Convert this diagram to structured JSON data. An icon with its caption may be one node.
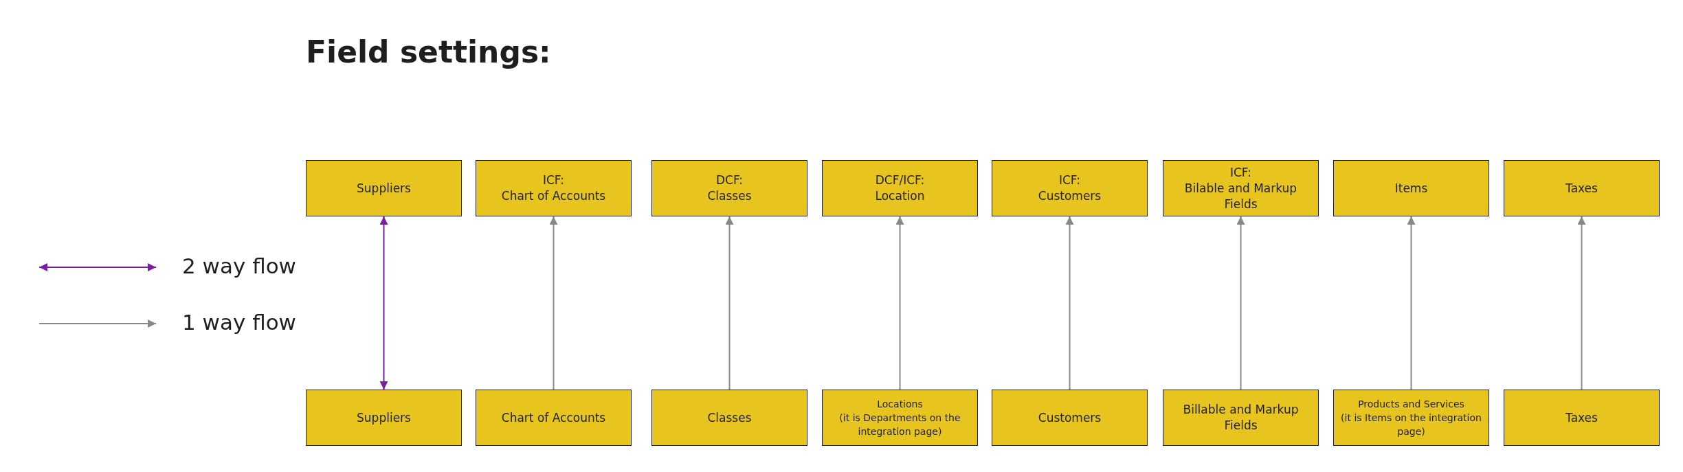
{
  "diagram": {
    "title": "Field settings:",
    "nodes": [
      {
        "text": [
          "Suppliers"
        ]
      },
      {
        "text": [
          "ICF:",
          "Chart of Accounts"
        ]
      },
      {
        "text": [
          "DCF:",
          "Classes"
        ]
      },
      {
        "text": [
          "DCF/ICF:",
          "Location"
        ]
      },
      {
        "text": [
          "ICF:",
          "Customers"
        ]
      },
      {
        "text": [
          "ICF:",
          "Bilable and Markup Fields"
        ]
      },
      {
        "text": [
          "Items"
        ]
      },
      {
        "text": [
          "Taxes"
        ]
      },
      {
        "text": [
          "Suppliers"
        ]
      },
      {
        "text": [
          "Chart of Accounts"
        ]
      },
      {
        "text": [
          "Classes"
        ]
      },
      {
        "text": [
          "Locations",
          "(it is Departments on the integration page)"
        ]
      },
      {
        "text": [
          "Customers"
        ]
      },
      {
        "text": [
          "Billable and Markup Fields"
        ]
      },
      {
        "text": [
          "Products and Services",
          "(it is Items on the integration page)"
        ]
      },
      {
        "text": [
          "Taxes"
        ]
      }
    ],
    "edges": [
      {
        "from": 8,
        "to": 0,
        "arrow": "both",
        "color": "#7a1fa2"
      },
      {
        "from": 9,
        "to": 1,
        "arrow": "to"
      },
      {
        "from": 10,
        "to": 2,
        "arrow": "to"
      },
      {
        "from": 11,
        "to": 3,
        "arrow": "to"
      },
      {
        "from": 12,
        "to": 4,
        "arrow": "to"
      },
      {
        "from": 13,
        "to": 5,
        "arrow": "to"
      },
      {
        "from": 14,
        "to": 6,
        "arrow": "to"
      },
      {
        "from": 15,
        "to": 7,
        "arrow": "to"
      }
    ],
    "legend": [
      {
        "text": "2 way flow"
      },
      {
        "text": "1 way flow"
      }
    ]
  }
}
